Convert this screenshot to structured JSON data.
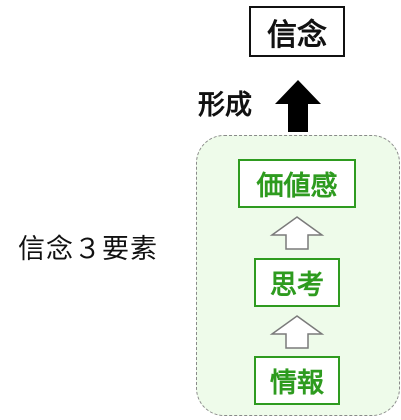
{
  "diagram": {
    "result": "信念",
    "arrow_label": "形成",
    "group_label": "信念３要素",
    "elements": [
      "価値感",
      "思考",
      "情報"
    ]
  },
  "colors": {
    "accent_green": "#2e9b1f",
    "group_fill": "#eefbea",
    "group_border": "#8a8a8a",
    "text_dark": "#111111"
  }
}
